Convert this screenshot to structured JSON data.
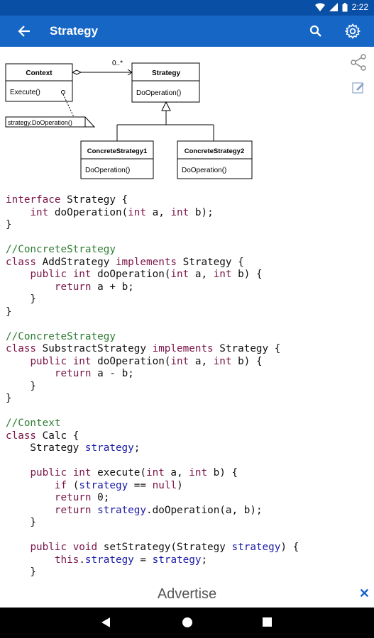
{
  "status": {
    "time": "2:22"
  },
  "appbar": {
    "title": "Strategy"
  },
  "diagram": {
    "context_title": "Context",
    "context_method": "Execute()",
    "strategy_title": "Strategy",
    "strategy_method": "DoOperation()",
    "multiplicity": "0..*",
    "note": "strategy.DoOperation()",
    "concrete1_title": "ConcreteStrategy1",
    "concrete1_method": "DoOperation()",
    "concrete2_title": "ConcreteStrategy2",
    "concrete2_method": "DoOperation()"
  },
  "code": {
    "l1": "interface Strategy {",
    "l2": "    int doOperation(int a, int b);",
    "l3": "}",
    "l5": "//ConcreteStrategy",
    "l6": "class AddStrategy implements Strategy {",
    "l7": "    public int doOperation(int a, int b) {",
    "l8": "        return a + b;",
    "l9": "    }",
    "l10": "}",
    "l12": "//ConcreteStrategy",
    "l13": "class SubstractStrategy implements Strategy {",
    "l14": "    public int doOperation(int a, int b) {",
    "l15": "        return a - b;",
    "l16": "    }",
    "l17": "}",
    "l19": "//Context",
    "l20": "class Calc {",
    "l21": "    Strategy strategy;",
    "l23": "    public int execute(int a, int b) {",
    "l24": "        if (strategy == null)",
    "l25": "        return 0;",
    "l26": "        return strategy.doOperation(a, b);",
    "l27": "    }",
    "l29": "    public void setStrategy(Strategy strategy) {",
    "l30": "        this.strategy = strategy;",
    "l31": "    }"
  },
  "ad": {
    "label": "Advertise",
    "close": "✕"
  },
  "icons": {
    "back": "arrow-back-icon",
    "search": "search-icon",
    "settings": "gear-icon",
    "share": "share-icon",
    "edit": "edit-icon"
  },
  "colors": {
    "statusbar": "#0a4fa6",
    "appbar": "#1666c6",
    "keyword": "#7a1548",
    "comment": "#2e7d32",
    "field": "#1a1aa6"
  }
}
